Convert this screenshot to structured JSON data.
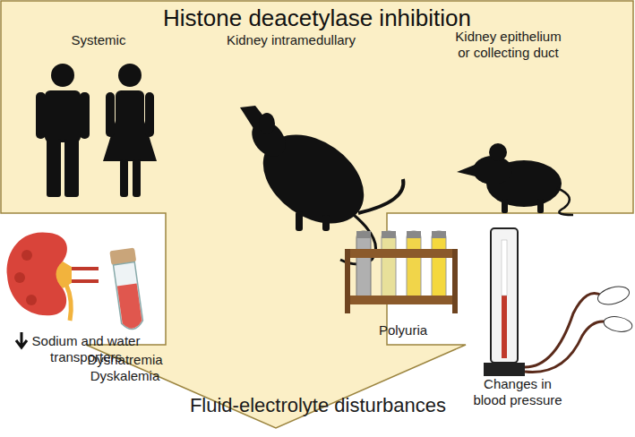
{
  "diagram": {
    "nodes": [
      {
        "text": [
          "Histone deacetylase inhibition"
        ]
      }
    ],
    "labels": [
      "Systemic",
      "Kidney intramedullary",
      "Kidney epithelium or collecting duct",
      "Sodium and water transporters",
      "Dysnatremia Dyskalemia",
      "Polyuria",
      "Changes in blood pressure",
      "Fluid-electrolyte disturbances"
    ]
  }
}
